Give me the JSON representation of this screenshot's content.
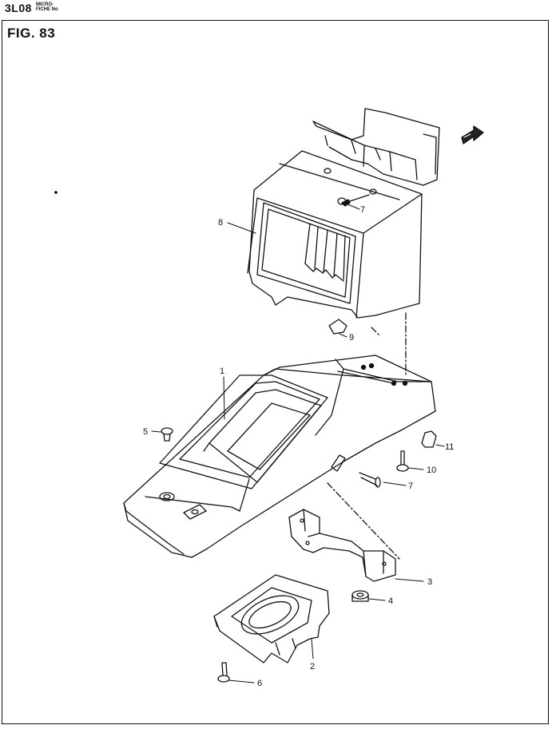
{
  "header": {
    "code": "3L08",
    "micro_line1": "MICRO-",
    "micro_line2": "FICHE No"
  },
  "figure": {
    "label": "FIG.  83"
  },
  "callouts": [
    {
      "id": "1",
      "text": "1"
    },
    {
      "id": "2",
      "text": "2"
    },
    {
      "id": "3",
      "text": "3"
    },
    {
      "id": "4",
      "text": "4"
    },
    {
      "id": "5",
      "text": "5"
    },
    {
      "id": "6",
      "text": "6"
    },
    {
      "id": "7a",
      "text": "7"
    },
    {
      "id": "7b",
      "text": "7"
    },
    {
      "id": "8",
      "text": "8"
    },
    {
      "id": "9",
      "text": "9"
    },
    {
      "id": "10",
      "text": "10"
    },
    {
      "id": "11",
      "text": "11"
    }
  ],
  "icons": {
    "front_arrow": "front-direction-arrow-icon"
  }
}
